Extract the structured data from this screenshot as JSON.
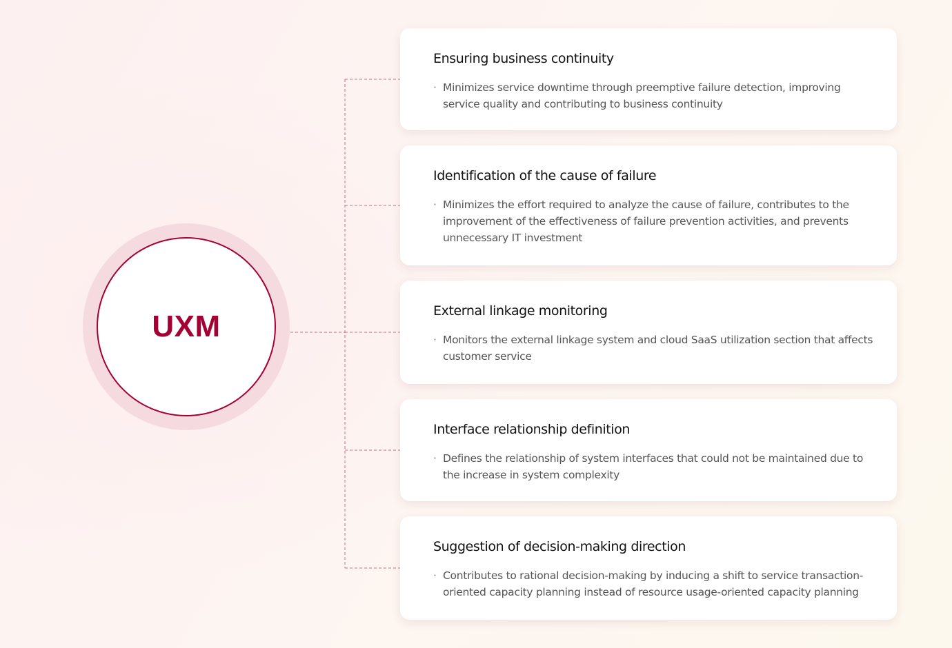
{
  "hub": {
    "label": "UXM"
  },
  "cards": [
    {
      "title": "Ensuring business continuity",
      "description": "Minimizes service downtime through preemptive failure detection, improving service quality and contributing to business continuity"
    },
    {
      "title": "Identification of the cause of failure",
      "description": "Minimizes the effort required to analyze the cause of failure, contributes to the improvement of the effectiveness of failure prevention activities, and prevents unnecessary IT investment"
    },
    {
      "title": "External linkage monitoring",
      "description": "Monitors the external linkage system and cloud SaaS utilization section that affects customer service"
    },
    {
      "title": "Interface relationship definition",
      "description": "Defines the relationship of system interfaces that could not be maintained due to the increase in system complexity"
    },
    {
      "title": "Suggestion of decision-making direction",
      "description": "Contributes to rational decision-making by inducing a shift to service transaction-oriented capacity planning instead of resource usage-oriented capacity planning"
    }
  ],
  "bullet_glyph": "·",
  "colors": {
    "accent": "#a50034",
    "halo": "#f5dbe0",
    "connector": "#d46a82"
  }
}
